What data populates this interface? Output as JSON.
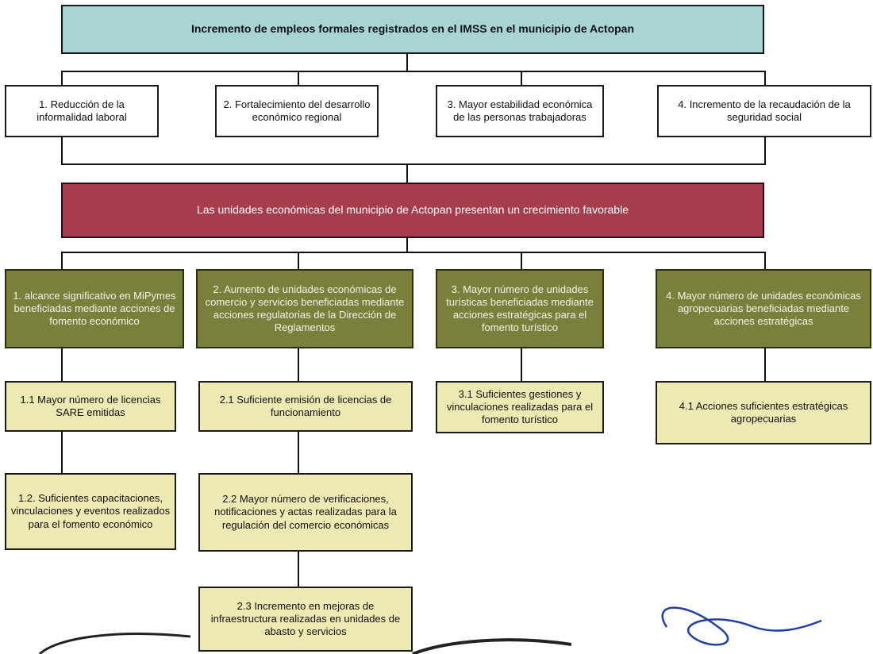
{
  "fin": "Incremento de empleos formales registrados en el IMSS en el municipio de Actopan",
  "effects": [
    "1.  Reducción de la informalidad laboral",
    "2. Fortalecimiento del desarrollo económico regional",
    "3. Mayor estabilidad económica de las personas trabajadoras",
    "4. Incremento de la recaudación de la seguridad social"
  ],
  "purpose": "Las unidades económicas del municipio de Actopan presentan un crecimiento favorable",
  "components": [
    "1.  alcance significativo en MiPymes beneficiadas mediante acciones de fomento económico",
    "2. Aumento de unidades económicas de comercio y servicios beneficiadas mediante acciones regulatorias de la Dirección de Reglamentos",
    "3. Mayor número de unidades turísticas beneficiadas mediante acciones estratégicas para el fomento turístico",
    "4.  Mayor número de unidades económicas agropecuarias beneficiadas mediante acciones estratégicas"
  ],
  "activities": {
    "a1_1": "1.1 Mayor número de licencias SARE emitidas",
    "a1_2": "1.2. Suficientes capacitaciones, vinculaciones y eventos realizados para el fomento económico",
    "a2_1": "2.1 Suficiente emisión de licencias de funcionamiento",
    "a2_2": "2.2  Mayor número de verificaciones, notificaciones y actas realizadas para la regulación del comercio económicas",
    "a2_3": "2.3 Incremento en mejoras de infraestructura realizadas en unidades de abasto y servicios",
    "a3_1": "3.1 Suficientes gestiones y vinculaciones realizadas para el fomento turístico",
    "a4_1": "4.1 Acciones suficientes estratégicas agropecuarias"
  },
  "colors": {
    "fin": "#a8d4d4",
    "purpose": "#a63d4d",
    "component": "#7a7f3c",
    "activity": "#ede9b2",
    "signature_ink": "#1f3fa8"
  },
  "decorations": [
    "seal-stamp",
    "signature"
  ]
}
